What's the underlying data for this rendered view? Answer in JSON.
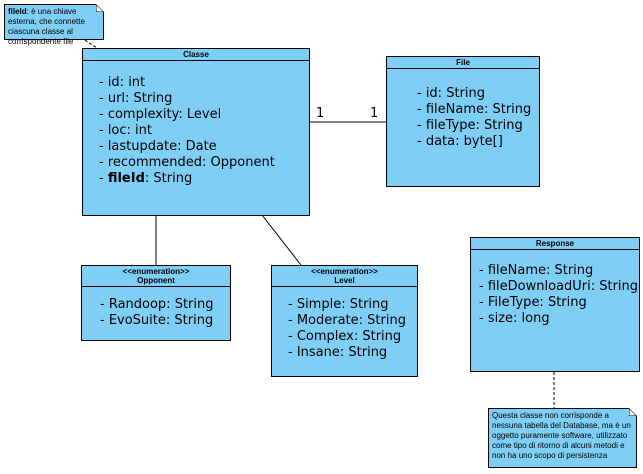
{
  "note_fileid": {
    "bold": "fileId",
    "text": ": è una chiave esterna, che connette ciascuna classe al corrispondente file"
  },
  "classe": {
    "title": "Classe",
    "attrs": [
      "- id: int",
      "- url: String",
      "- complexity: Level",
      "- loc: int",
      "- lastupdate: Date",
      "- recommended: Opponent"
    ],
    "fk_prefix": "- ",
    "fk_name": "fileId",
    "fk_type": ": String"
  },
  "file": {
    "title": "File",
    "attrs": [
      "- id: String",
      "- fileName: String",
      "- fileType: String",
      "- data: byte[]"
    ]
  },
  "association": {
    "left_mult": "1",
    "right_mult": "1"
  },
  "opponent": {
    "stereotype": "<<enumeration>>",
    "title": "Opponent",
    "attrs": [
      "- Randoop: String",
      "- EvoSuite: String"
    ]
  },
  "level": {
    "stereotype": "<<enumeration>>",
    "title": "Level",
    "attrs": [
      "- Simple: String",
      "- Moderate: String",
      "- Complex: String",
      "- Insane: String"
    ]
  },
  "response": {
    "title": "Response",
    "attrs": [
      "- fileName: String",
      "- fileDownloadUri: String",
      "- FileType: String",
      "- size: long"
    ]
  },
  "note_response": {
    "text": "Questa classe non corrisponde a nessuna tabella del Database, ma è un oggetto puramente software, utilizzato come tipo di ritorno di alcuni metodi e non ha uno scopo di persistenza"
  }
}
